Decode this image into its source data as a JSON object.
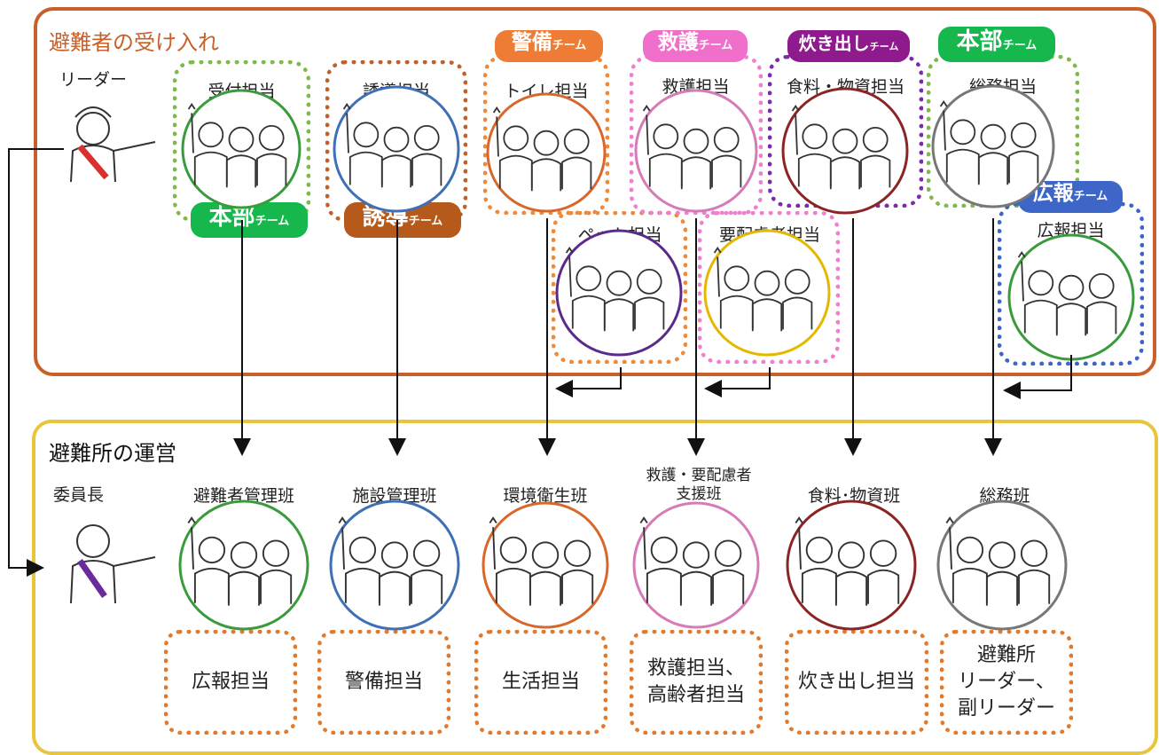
{
  "colors": {
    "top_frame": "#c9602a",
    "bottom_frame": "#e8c53a",
    "green": "#3a9b3c",
    "blue": "#3f6fb5",
    "orange": "#d8672b",
    "pink": "#d77ab8",
    "dark_red": "#8b2525",
    "gray": "#777777",
    "purple": "#5b2a8c",
    "yellow": "#e5b800",
    "dot_orange": "#e27a2e",
    "dot_green": "#7dba4a",
    "dot_pink": "#ef7fcf",
    "dot_purple": "#7b2aa8",
    "dot_blue": "#3b66c8",
    "badge_green": "#16b84e",
    "badge_brown": "#b65a1c",
    "badge_orange": "#ef7c34",
    "badge_pink": "#f06fcb",
    "badge_purple": "#8e1a8e",
    "badge_blue": "#3e66c8"
  },
  "top": {
    "title": "避難者の受け入れ",
    "leader_label": "リーダー",
    "groups": [
      {
        "label": "受付担当",
        "icon": "three-people-icon"
      },
      {
        "label": "誘導担当",
        "icon": "three-people-icon"
      },
      {
        "label": "トイレ担当",
        "icon": "three-people-icon"
      },
      {
        "label": "救護担当",
        "icon": "three-people-icon"
      },
      {
        "label": "食料・物資担当",
        "icon": "three-people-icon"
      },
      {
        "label": "総務担当",
        "icon": "three-people-icon"
      },
      {
        "label": "ペット担当",
        "icon": "three-people-icon"
      },
      {
        "label": "要配慮者担当",
        "icon": "three-people-icon"
      },
      {
        "label": "広報担当",
        "icon": "three-people-icon"
      }
    ],
    "teams": [
      {
        "main": "本部",
        "suffix": "チーム"
      },
      {
        "main": "誘導",
        "suffix": "チーム"
      },
      {
        "main": "警備",
        "suffix": "チーム"
      },
      {
        "main": "救護",
        "suffix": "チーム"
      },
      {
        "main": "炊き出し",
        "suffix": "チーム"
      },
      {
        "main": "本部",
        "suffix": "チーム"
      },
      {
        "main": "広報",
        "suffix": "チーム"
      }
    ]
  },
  "bottom": {
    "title": "避難所の運営",
    "chair_label": "委員長",
    "groups": [
      {
        "label": "避難者管理班",
        "duty": "広報担当"
      },
      {
        "label": "施設管理班",
        "duty": "警備担当"
      },
      {
        "label": "環境衛生班",
        "duty": "生活担当"
      },
      {
        "label": "救護・要配慮者\n支援班",
        "duty": "救護担当、\n高齢者担当"
      },
      {
        "label": "食料･物資班",
        "duty": "炊き出し担当"
      },
      {
        "label": "総務班",
        "duty": "避難所\nリーダー、\n副リーダー"
      }
    ]
  }
}
